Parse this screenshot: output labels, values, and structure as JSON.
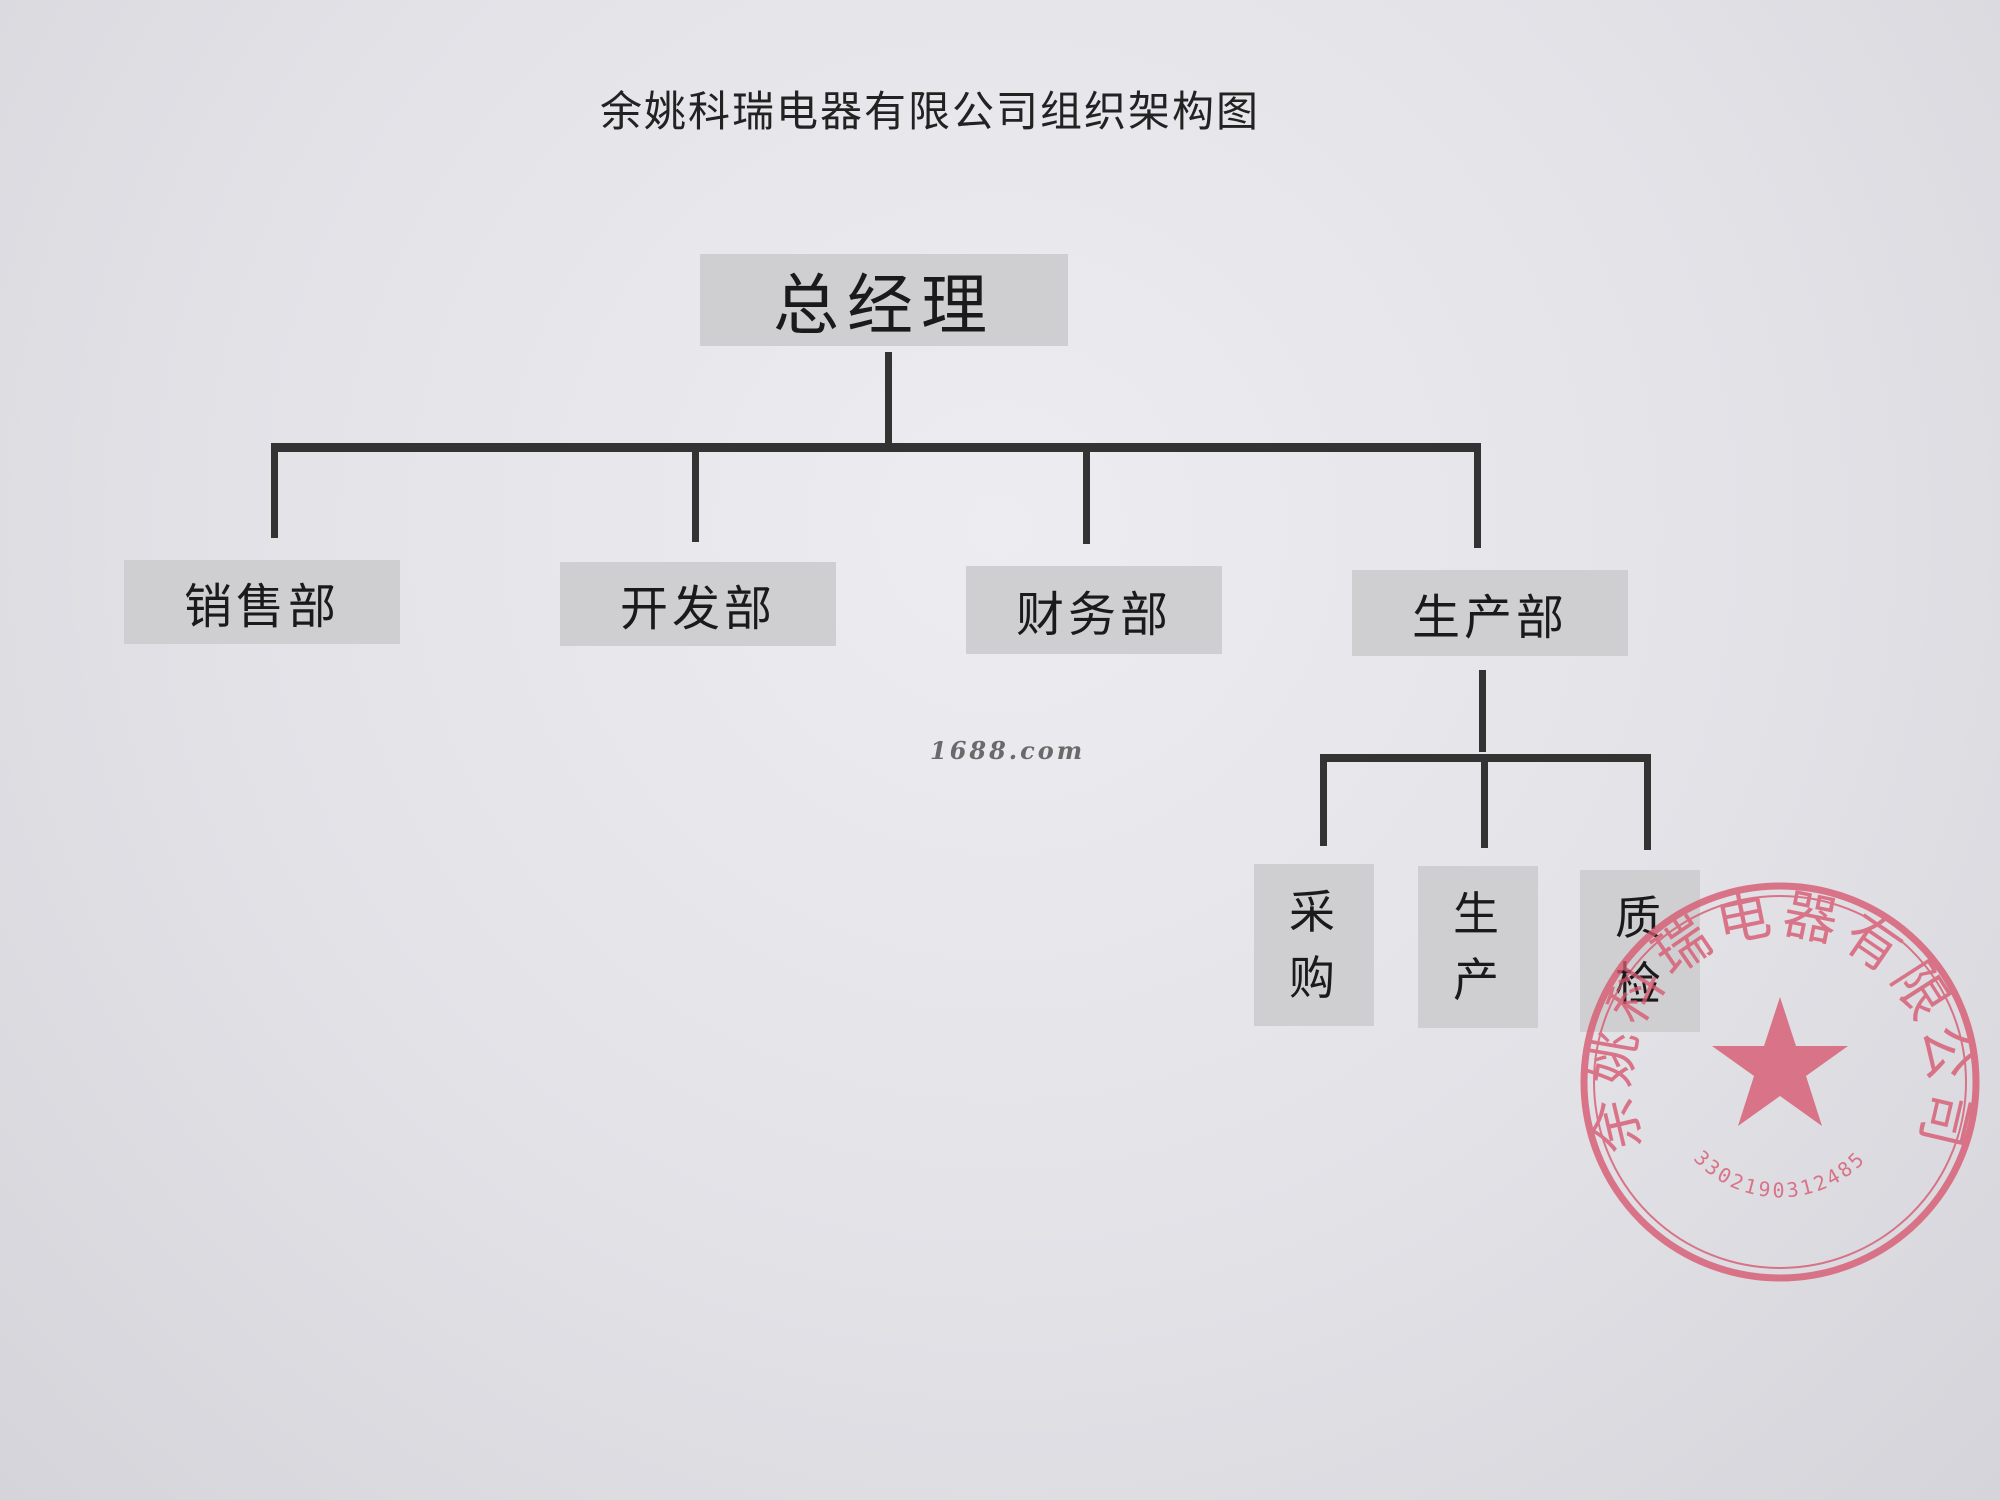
{
  "title": "余姚科瑞电器有限公司组织架构图",
  "general_manager": "总经理",
  "departments": [
    {
      "label": "销售部"
    },
    {
      "label": "开发部"
    },
    {
      "label": "财务部"
    },
    {
      "label": "生产部"
    }
  ],
  "production_units": [
    {
      "line1": "采",
      "line2": "购"
    },
    {
      "line1": "生",
      "line2": "产"
    },
    {
      "line1": "质",
      "line2": "检"
    }
  ],
  "watermark": "1688.com",
  "seal": {
    "company": "余姚科瑞电器有限公司",
    "code": "3302190312485",
    "color": "#d8566e"
  }
}
